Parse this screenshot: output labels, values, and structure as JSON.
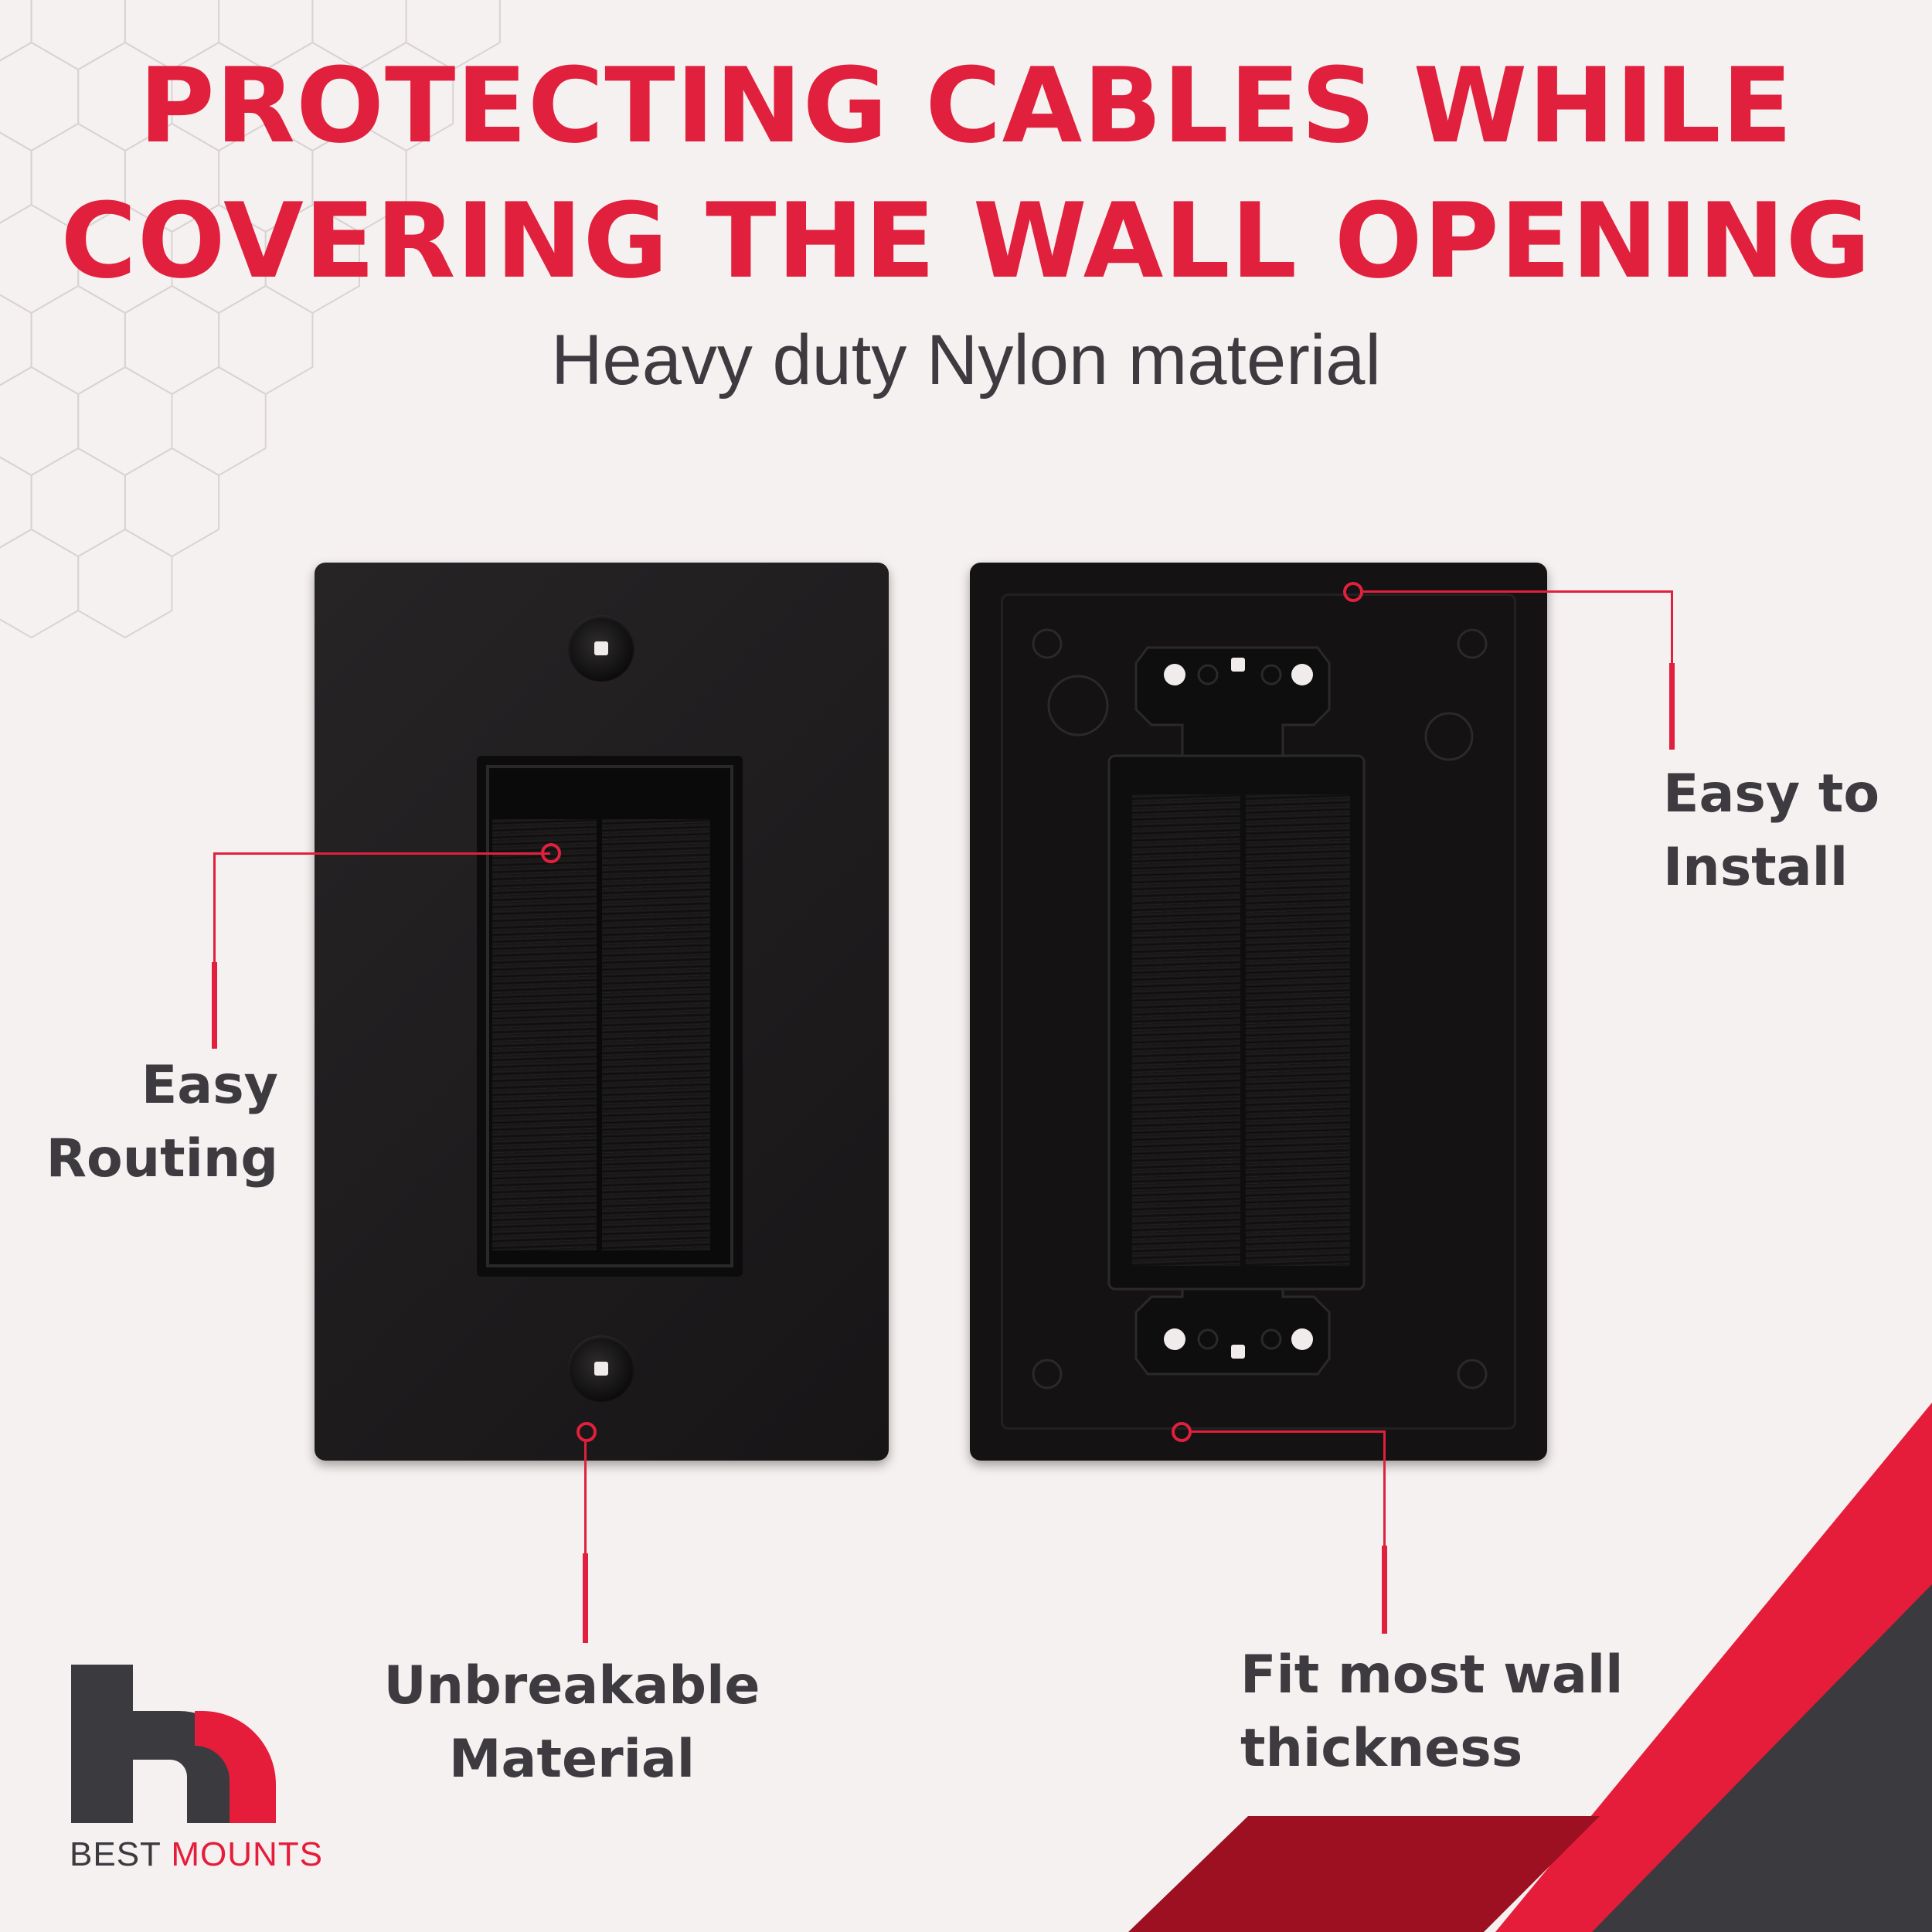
{
  "headline": {
    "line1": "PROTECTING CABLES WHILE",
    "line2": "COVERING THE WALL OPENING"
  },
  "subtitle": "Heavy duty Nylon material",
  "callouts": {
    "easy_routing": {
      "line1": "Easy",
      "line2": "Routing"
    },
    "easy_install": {
      "line1": "Easy to",
      "line2": "Install"
    },
    "unbreakable": {
      "line1": "Unbreakable",
      "line2": "Material"
    },
    "fit_wall": {
      "line1": "Fit most wall",
      "line2": "thickness"
    }
  },
  "brand": {
    "word1": "BEST",
    "word2": "MOUNTS"
  },
  "colors": {
    "accent": "#e0203c",
    "dark": "#3d3b3f",
    "background": "#f6f1f1",
    "plate": "#1c1a1b"
  }
}
